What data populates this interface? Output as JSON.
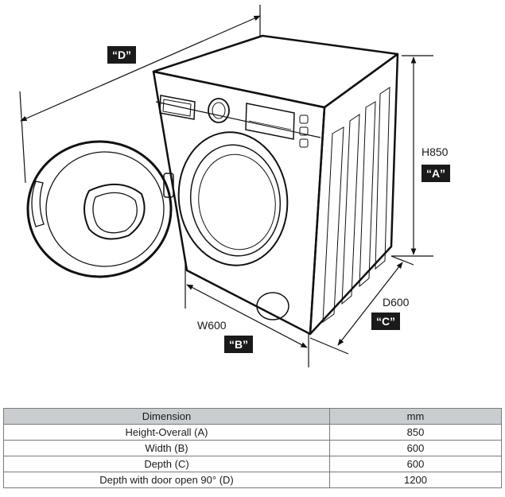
{
  "diagram": {
    "labels": {
      "depth_open_badge": "“D”",
      "height_text": "H850",
      "height_badge": "“A”",
      "depth_text": "D600",
      "depth_badge": "“C”",
      "width_text": "W600",
      "width_badge": "“B”"
    },
    "colors": {
      "badge_bg": "#1a1a1a",
      "badge_text": "#ffffff",
      "line": "#111111",
      "table_header_bg": "#c9cdd0"
    }
  },
  "table": {
    "headers": [
      "Dimension",
      "mm"
    ],
    "rows": [
      [
        "Height-Overall (A)",
        "850"
      ],
      [
        "Width (B)",
        "600"
      ],
      [
        "Depth (C)",
        "600"
      ],
      [
        "Depth with door open 90° (D)",
        "1200"
      ]
    ]
  }
}
